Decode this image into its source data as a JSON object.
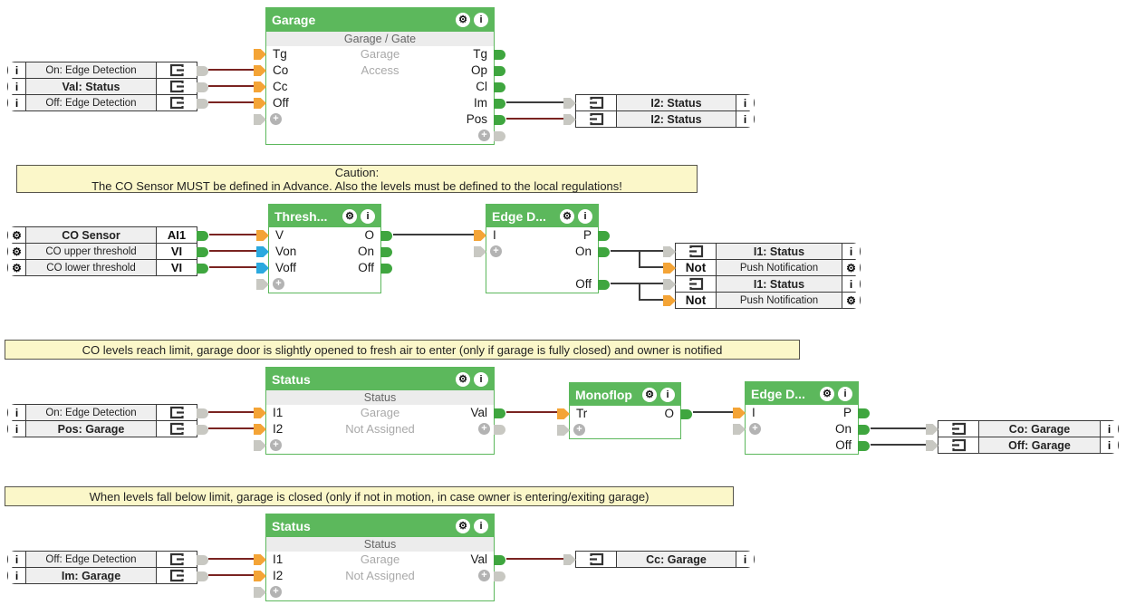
{
  "icons": {
    "gear": "⚙",
    "info": "i",
    "plus": "+"
  },
  "colors": {
    "block_green": "#5CB85C",
    "connector_green": "#3FA63F",
    "connector_orange": "#F4A436",
    "connector_blue": "#2BA9DF",
    "connector_gray": "#C8C8C2",
    "wire_red": "#7A2421",
    "wire_black": "#3C3C3C",
    "note_bg": "#FBF7C9"
  },
  "notes": {
    "caution_title": "Caution:",
    "caution_body": "The CO Sensor MUST be defined in Advance. Also the levels must be defined to the local regulations!",
    "co_limit": "CO levels reach limit, garage door is slightly opened to fresh air to enter (only if garage is fully closed) and owner is notified",
    "co_fall": "When levels fall below limit, garage is closed (only if not in motion, in case owner is entering/exiting garage)"
  },
  "blocks": {
    "garage": {
      "title": "Garage",
      "subtitle": "Garage / Gate",
      "in": [
        "Tg",
        "Co",
        "Cc",
        "Off"
      ],
      "center": [
        "Garage",
        "Access"
      ],
      "out": [
        "Tg",
        "Op",
        "Cl",
        "Im",
        "Pos"
      ]
    },
    "threshold": {
      "title": "Thresh...",
      "in": [
        "V",
        "Von",
        "Voff"
      ],
      "out": [
        "O",
        "On",
        "Off"
      ]
    },
    "edge1": {
      "title": "Edge D...",
      "in": [
        "I"
      ],
      "out": [
        "P",
        "On",
        "Off"
      ]
    },
    "status1": {
      "title": "Status",
      "subtitle": "Status",
      "in": [
        "I1",
        "I2"
      ],
      "center": [
        "Garage",
        "Not Assigned"
      ],
      "out": [
        "Val"
      ]
    },
    "monoflop": {
      "title": "Monoflop",
      "in": [
        "Tr"
      ],
      "out": [
        "O"
      ]
    },
    "edge2": {
      "title": "Edge D...",
      "in": [
        "I"
      ],
      "out": [
        "P",
        "On",
        "Off"
      ]
    },
    "status2": {
      "title": "Status",
      "subtitle": "Status",
      "in": [
        "I1",
        "I2"
      ],
      "center": [
        "Garage",
        "Not Assigned"
      ],
      "out": [
        "Val"
      ]
    }
  },
  "refs": {
    "s1_in": [
      {
        "label": "On: Edge Detection"
      },
      {
        "label": "Val: Status"
      },
      {
        "label": "Off: Edge Detection"
      }
    ],
    "s1_out": [
      {
        "label": "I2: Status"
      },
      {
        "label": "I2: Status"
      }
    ],
    "co_in": [
      {
        "label": "CO Sensor",
        "tag": "AI1"
      },
      {
        "label": "CO upper threshold",
        "tag": "VI"
      },
      {
        "label": "CO lower threshold",
        "tag": "VI"
      }
    ],
    "s2_out": [
      {
        "label": "I1: Status"
      },
      {
        "prefix": "Not",
        "label": "Push Notification"
      },
      {
        "label": "I1: Status"
      },
      {
        "prefix": "Not",
        "label": "Push Notification"
      }
    ],
    "s3_in": [
      {
        "label": "On: Edge Detection"
      },
      {
        "label": "Pos: Garage"
      }
    ],
    "s3_out": [
      {
        "label": "Co: Garage"
      },
      {
        "label": "Off: Garage"
      }
    ],
    "s4_in": [
      {
        "label": "Off: Edge Detection"
      },
      {
        "label": "Im: Garage"
      }
    ],
    "s4_out": [
      {
        "label": "Cc: Garage"
      }
    ]
  }
}
